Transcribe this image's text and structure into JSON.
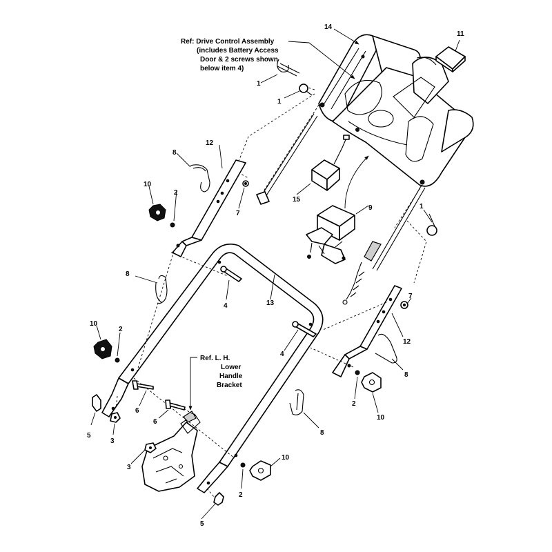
{
  "callouts": {
    "c1a": "1",
    "c1b": "1",
    "c1c": "1",
    "c2a": "2",
    "c2b": "2",
    "c2c": "2",
    "c2d": "2",
    "c3a": "3",
    "c3b": "3",
    "c4a": "4",
    "c4b": "4",
    "c5a": "5",
    "c5b": "5",
    "c6a": "6",
    "c6b": "6",
    "c7a": "7",
    "c7b": "7",
    "c8a": "8",
    "c8b": "8",
    "c8c": "8",
    "c8d": "8",
    "c9": "9",
    "c10a": "10",
    "c10b": "10",
    "c10c": "10",
    "c10d": "10",
    "c11": "11",
    "c12a": "12",
    "c12b": "12",
    "c13": "13",
    "c14": "14",
    "c15": "15"
  },
  "notes": {
    "drive_control": [
      "Ref: Drive Control Assembly",
      "(includes Battery Access",
      "Door & 2 screws shown",
      "below item 4)"
    ],
    "lower_bracket": [
      "Ref. L. H.",
      "Lower",
      "Handle",
      "Bracket"
    ]
  }
}
